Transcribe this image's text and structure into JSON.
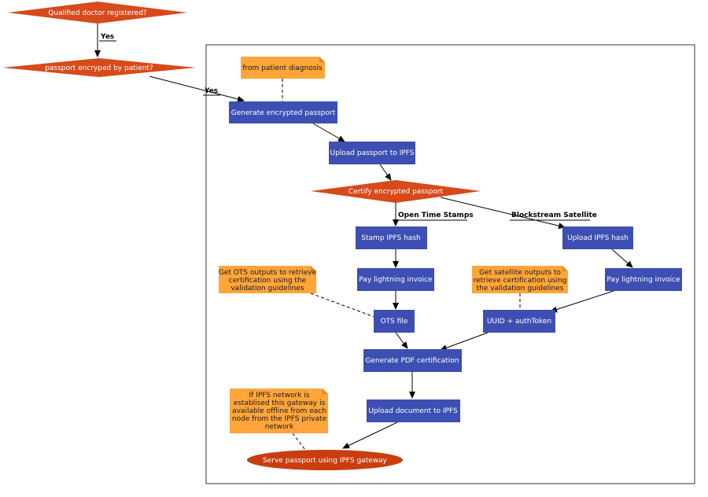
{
  "nodes": {
    "d_doctor": "Qualified doctor registered?",
    "d_passport": "passport encryped by patient?",
    "generate": "Generate encrypted passport",
    "upload_ipfs": "Upload passport to IPFS",
    "d_certify": "Certify encrypted passport",
    "stamp_hash": "Stamp IPFS hash",
    "pay_ots": "Pay lightning invoice",
    "ots_file": "OTS file",
    "upload_hash": "Upload IPFS hash",
    "pay_sat": "Pay lightning invoice",
    "uuid": "UUID + authToken",
    "gen_pdf": "Generate PDF certification",
    "upload_doc": "Upload document to IPFS",
    "serve": "Serve passport using IPFS gateway"
  },
  "notes": {
    "patient": [
      "from patient diagnosis"
    ],
    "ots": [
      "Get OTS outputs to retrieve",
      "certification using the",
      "validation guidelines"
    ],
    "sat": [
      "Get satellite outputs to",
      "retrieve certification using",
      "the validation guidelines"
    ],
    "gateway": [
      "If IPFS network is",
      "establised this gateway is",
      "available offline from each",
      "node from the IPFS private",
      "network"
    ]
  },
  "edge_labels": {
    "yes1": "Yes",
    "yes2": "Yes",
    "ots": "Open Time Stamps",
    "sat": "Blockstream Satellite"
  },
  "colors": {
    "process": "#3d4fb3",
    "decision": "#d64a1c",
    "note": "#ffa53a"
  }
}
